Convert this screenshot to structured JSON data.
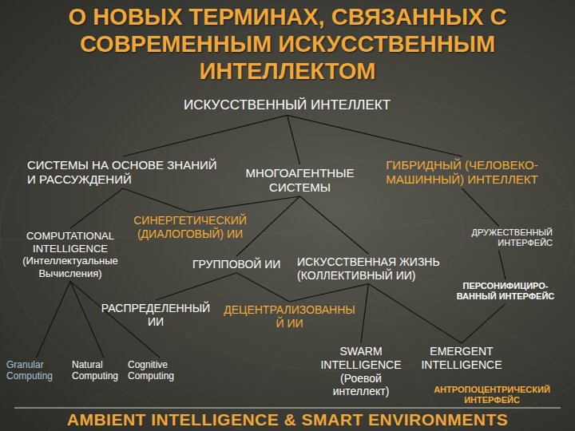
{
  "diagram": {
    "title": "О НОВЫХ ТЕРМИНАХ, СВЯЗАННЫХ С СОВРЕМЕННЫМ ИСКУССТВЕННЫМ ИНТЕЛЛЕКТОМ",
    "nodes": [
      {
        "text": [
          "ИСКУССТВЕННЫЙ ИНТЕЛЛЕКТ"
        ]
      },
      {
        "text": [
          "СИСТЕМЫ НА ОСНОВЕ ЗНАНИЙ И РАССУЖДЕНИЙ"
        ]
      },
      {
        "text": [
          "МНОГОАГЕНТНЫЕ СИСТЕМЫ"
        ]
      },
      {
        "text": [
          "ГИБРИДНЫЙ (ЧЕЛОВЕКО-МАШИННЫЙ) ИНТЕЛЛЕКТ"
        ]
      },
      {
        "text": [
          "COMPUTATIONAL INTELLIGENCE",
          "(Интеллектуальные Вычисления)"
        ]
      },
      {
        "text": [
          "СИНЕРГЕТИЧЕСКИЙ (ДИАЛОГОВЫЙ) ИИ"
        ]
      },
      {
        "text": [
          "ГРУППОВОЙ ИИ"
        ]
      },
      {
        "text": [
          "ИСКУССТВЕННАЯ ЖИЗНЬ",
          "(КОЛЛЕКТИВНЫЙ ИИ)"
        ]
      },
      {
        "text": [
          "ДРУЖЕСТВЕННЫЙ ИНТЕРФЕЙС"
        ]
      },
      {
        "text": [
          "ПЕРСОНИФИЦИРО- ВАННЫЙ ИНТЕРФЕЙС"
        ]
      },
      {
        "text": [
          "РАСПРЕДЕЛЕННЫЙ ИИ"
        ]
      },
      {
        "text": [
          "ДЕЦЕНТРАЛИЗОВАННЫ Й ИИ"
        ]
      },
      {
        "text": [
          "Granular Computing"
        ]
      },
      {
        "text": [
          "Natural Computing"
        ]
      },
      {
        "text": [
          "Cognitive Computing"
        ]
      },
      {
        "text": [
          "SWARM INTELLIGENCE",
          "(Роевой интеллект)"
        ]
      },
      {
        "text": [
          "EMERGENT INTELLIGENCE"
        ]
      },
      {
        "text": [
          "АНТРОПОЦЕНТРИЧЕСКИЙ ИНТЕРФЕЙС"
        ]
      }
    ],
    "edges": [
      {
        "from": 0,
        "to": 1,
        "arrow": "none"
      },
      {
        "from": 0,
        "to": 2,
        "arrow": "none"
      },
      {
        "from": 0,
        "to": 3,
        "arrow": "none"
      },
      {
        "from": 1,
        "to": 4,
        "arrow": "none"
      },
      {
        "from": 1,
        "to": 5,
        "arrow": "none"
      },
      {
        "from": 2,
        "to": 5,
        "arrow": "none"
      },
      {
        "from": 2,
        "to": 6,
        "arrow": "none"
      },
      {
        "from": 2,
        "to": 7,
        "arrow": "none"
      },
      {
        "from": 3,
        "to": 8,
        "arrow": "none"
      },
      {
        "from": 8,
        "to": 9,
        "arrow": "none"
      },
      {
        "from": 4,
        "to": 12,
        "arrow": "none"
      },
      {
        "from": 4,
        "to": 13,
        "arrow": "none"
      },
      {
        "from": 4,
        "to": 14,
        "arrow": "none"
      },
      {
        "from": 6,
        "to": 10,
        "arrow": "none"
      },
      {
        "from": 6,
        "to": 11,
        "arrow": "none"
      },
      {
        "from": 7,
        "to": 11,
        "arrow": "none"
      },
      {
        "from": 7,
        "to": 15,
        "arrow": "none"
      },
      {
        "from": 7,
        "to": 16,
        "arrow": "none"
      },
      {
        "from": 9,
        "to": 16,
        "arrow": "none"
      }
    ],
    "labels": [
      "AMBIENT INTELLIGENCE & SMART ENVIRONMENTS"
    ]
  }
}
